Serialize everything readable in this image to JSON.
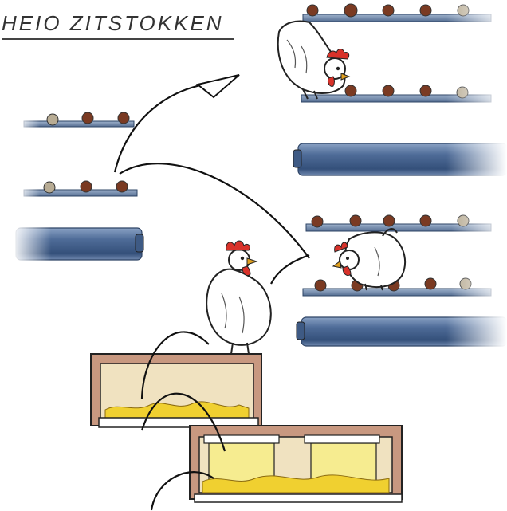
{
  "caption": {
    "text": "HEIO ZITSTOKKEN"
  },
  "scene": {
    "subjects": [
      "hen-on-top-perch",
      "hen-on-middle-perch",
      "hen-standing-on-nest-box"
    ],
    "colors": {
      "pipe": "#4a6690",
      "pipe_highlight": "#a8bcd8",
      "pipe_dark": "#2e4466",
      "bead": "#7a3a22",
      "bead_light": "#b8a890",
      "hen_body": "#ffffff",
      "comb": "#d8322a",
      "beak": "#e0a020",
      "nest_box": "#c89880",
      "nest_inner": "#f0e2c0",
      "straw": "#f0d030",
      "nest_light": "#f6ec90",
      "line": "#222222"
    }
  }
}
